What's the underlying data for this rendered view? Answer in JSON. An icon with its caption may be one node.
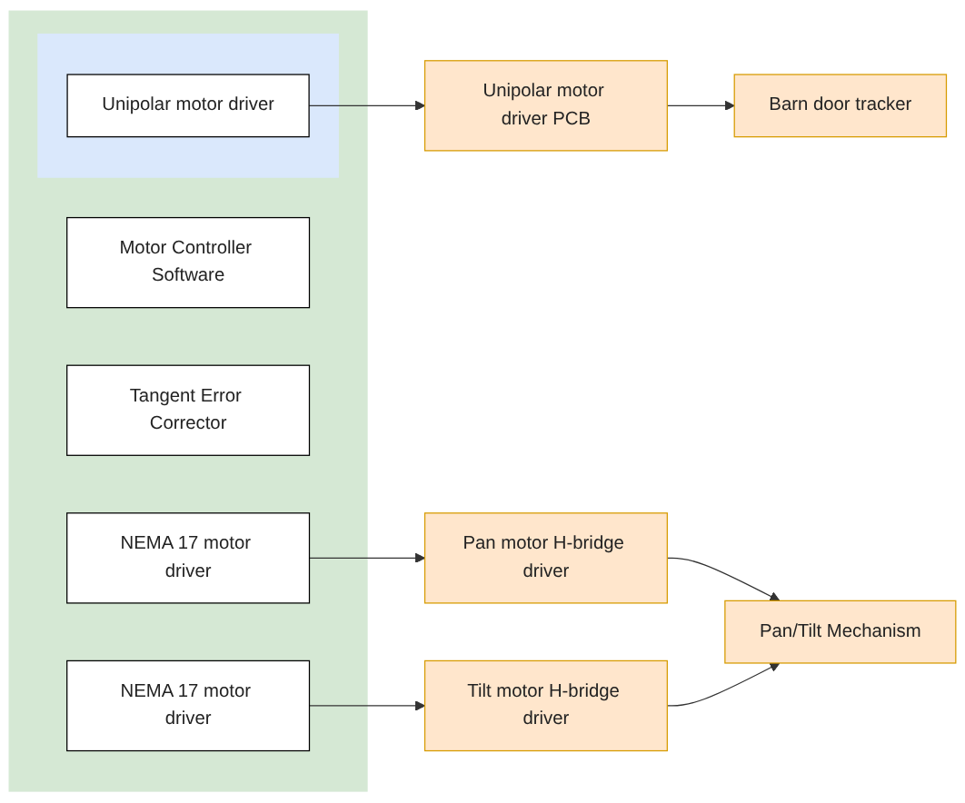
{
  "diagram": {
    "nodes": [
      {
        "text": [],
        "shape": "box"
      },
      {
        "text": [
          "Motor Controller Software"
        ],
        "in": 0
      },
      {
        "text": [
          "Tangent Error Corrector"
        ],
        "in": 0
      },
      {
        "text": [],
        "shape": "box",
        "in": 0
      },
      {
        "text": [
          "Unipolar motor driver"
        ],
        "in": 3
      },
      {
        "text": [
          "NEMA 17 motor driver"
        ],
        "in": 0
      },
      {
        "text": [
          "NEMA 17 motor driver"
        ],
        "in": 0
      },
      {
        "text": [
          "Unipolar motor driver PCB"
        ]
      },
      {
        "text": [
          "Barn door tracker"
        ]
      },
      {
        "text": [
          "Pan motor H-bridge driver"
        ]
      },
      {
        "text": [
          "Tilt motor H-bridge driver"
        ]
      },
      {
        "text": [
          "Pan/Tilt Mechanism"
        ]
      }
    ],
    "edges": [
      {
        "from": 4,
        "to": 7,
        "arrow": "to"
      },
      {
        "from": 7,
        "to": 8,
        "arrow": "to"
      },
      {
        "from": 5,
        "to": 9,
        "arrow": "to"
      },
      {
        "from": 6,
        "to": 10,
        "arrow": "to"
      },
      {
        "from": 9,
        "to": 11,
        "arrow": "to"
      },
      {
        "from": 10,
        "to": 11,
        "arrow": "to"
      }
    ]
  }
}
